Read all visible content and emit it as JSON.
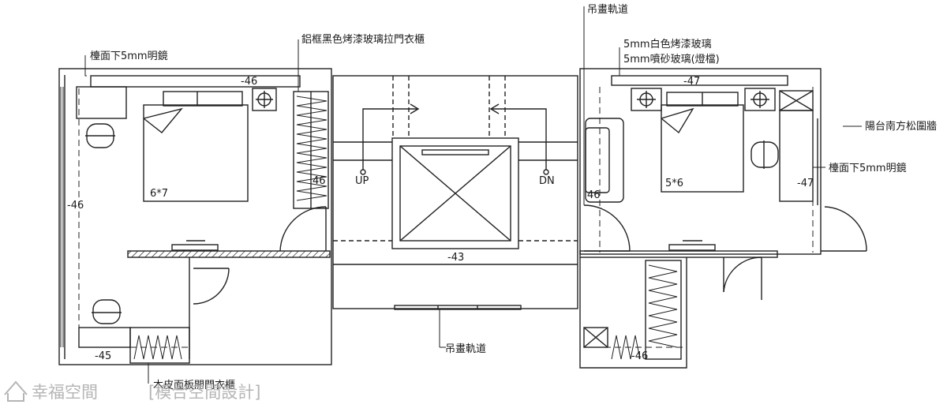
{
  "plan": {
    "callouts": {
      "mirror_left": "檯面下5mm明鏡",
      "wardrobe_sliding": "鋁框黑色烤漆玻璃拉門衣櫃",
      "track_top": "吊畫軌道",
      "glass_white": "5mm白色烤漆玻璃",
      "glass_frosted": "5mm噴砂玻璃(燈檔)",
      "balcony": "陽台南方松圍牆",
      "mirror_right": "檯面下5mm明鏡",
      "track_bottom": "吊畫軌道",
      "wardrobe_door": "木皮面板開門衣櫃"
    },
    "dimensions": {
      "d_top_left": "-46",
      "d_top_right": "-47",
      "d_left_wall": "-46",
      "d_wardrobe": "46",
      "d_mid_right": "46",
      "d_right_wall": "-47",
      "d_corridor": "-43",
      "d_bottom_left": "-45",
      "d_bottom_right": "-46"
    },
    "beds": {
      "left": "6*7",
      "right": "5*6"
    },
    "stairs": {
      "up": "UP",
      "down": "DN"
    }
  },
  "watermark": {
    "brand": "幸福空間",
    "designer": "[模合空間設計]"
  }
}
